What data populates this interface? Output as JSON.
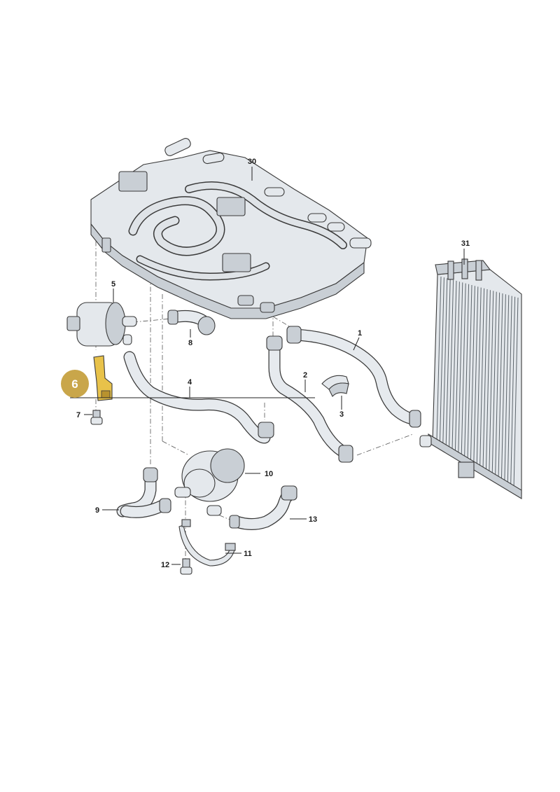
{
  "labels": {
    "p1": "1",
    "p2": "2",
    "p3": "3",
    "p4": "4",
    "p5": "5",
    "p6": "6",
    "p7": "7",
    "p8": "8",
    "p9": "9",
    "p10": "10",
    "p11": "11",
    "p12": "12",
    "p13": "13",
    "p30": "30",
    "p31": "31"
  },
  "colors": {
    "highlight": "#c9a64a",
    "highlight_part": "#e8c24a",
    "line": "#222222"
  }
}
